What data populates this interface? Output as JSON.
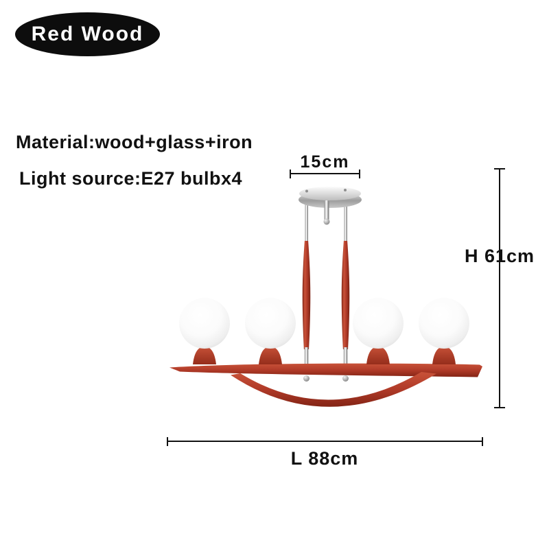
{
  "badge": {
    "label": "Red Wood"
  },
  "specs": {
    "material": "Material:wood+glass+iron",
    "light_source": "Light source:E27 bulbx4"
  },
  "dimensions": {
    "canopy_width": "15cm",
    "height": "H 61cm",
    "length": "L 88cm"
  },
  "lamp": {
    "globe_count": 4,
    "style": "red wood bar chandelier with white glass globes"
  },
  "colors": {
    "background": "#ffffff",
    "badge_bg": "#0d0d0d",
    "badge_text": "#ffffff",
    "annotation_text": "#111111",
    "red_wood": "#b03a28",
    "red_wood_dark": "#832415",
    "red_wood_light": "#c85239",
    "chrome": "#d6d6d6",
    "chrome_dark": "#8a8a8a",
    "globe_white": "#ffffff",
    "globe_shade": "#dcdcdc"
  }
}
